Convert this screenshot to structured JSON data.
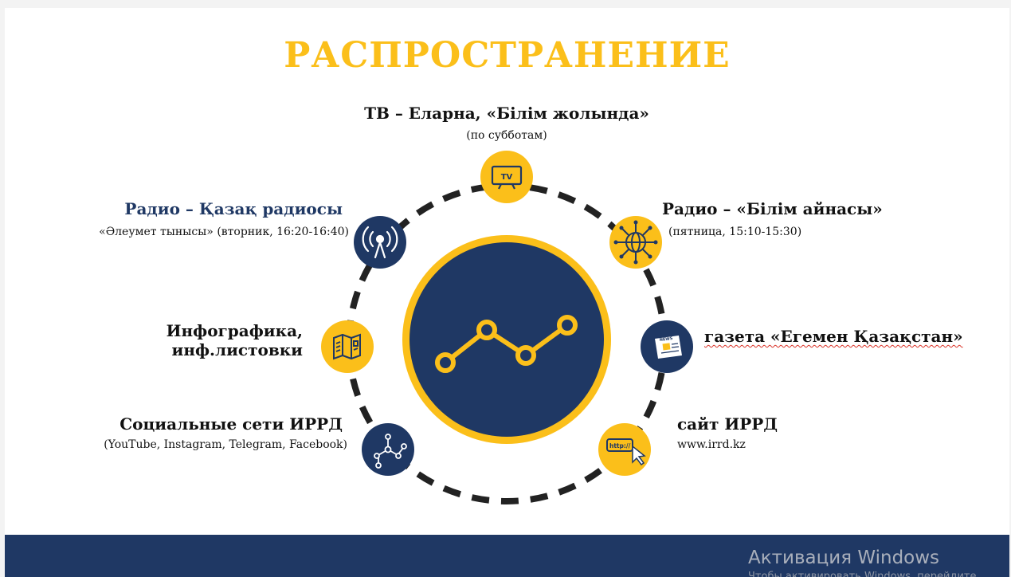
{
  "title": "РАСПРОСТРАНЕНИЕ",
  "colors": {
    "navy": "#1f3864",
    "gold": "#fbbf1a"
  },
  "center": {
    "icon": "line-chart-icon"
  },
  "nodes": {
    "tv": {
      "title": "ТВ – Еларна, «Білім жолында»",
      "subtitle": "(по субботам)",
      "icon": "tv-icon",
      "icon_text": "TV"
    },
    "radio_kz": {
      "title": "Радио – Қазақ радиосы",
      "subtitle": "«Әлеумет тынысы» (вторник, 16:20-16:40)",
      "icon": "radio-tower-icon"
    },
    "radio_bilim": {
      "title": "Радио – «Білім айнасы»",
      "subtitle": "(пятница, 15:10-15:30)",
      "icon": "globe-network-icon"
    },
    "infographic": {
      "title_line1": "Инфографика,",
      "title_line2": "инф.листовки",
      "icon": "brochure-icon"
    },
    "newspaper": {
      "title": "газета «Егемен Қазақстан»",
      "icon": "newspaper-icon",
      "icon_text": "NEWS"
    },
    "social": {
      "title": "Социальные сети ИРРД",
      "subtitle": "(YouTube, Instagram, Telegram, Facebook)",
      "icon": "network-share-icon"
    },
    "site": {
      "title": "сайт ИРРД",
      "subtitle": "www.irrd.kz",
      "icon": "browser-http-icon",
      "icon_text": "http://"
    }
  },
  "watermark": {
    "title": "Активация Windows",
    "subtitle": "Чтобы активировать Windows, перейдите"
  }
}
